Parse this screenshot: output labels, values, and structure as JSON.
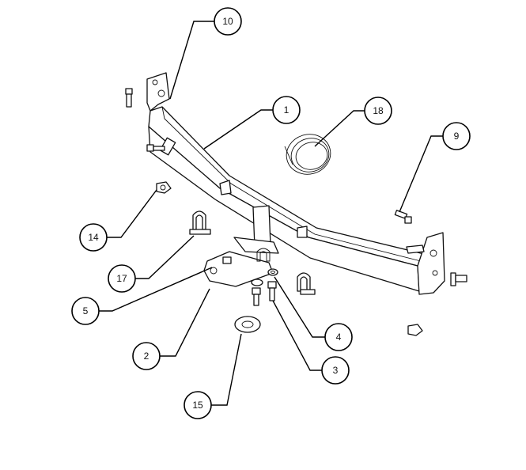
{
  "diagram": {
    "type": "exploded-parts-diagram",
    "callouts": {
      "c10": "10",
      "c1": "1",
      "c18": "18",
      "c9": "9",
      "c14": "14",
      "c17": "17",
      "c5": "5",
      "c2": "2",
      "c4": "4",
      "c3": "3",
      "c15": "15"
    }
  }
}
